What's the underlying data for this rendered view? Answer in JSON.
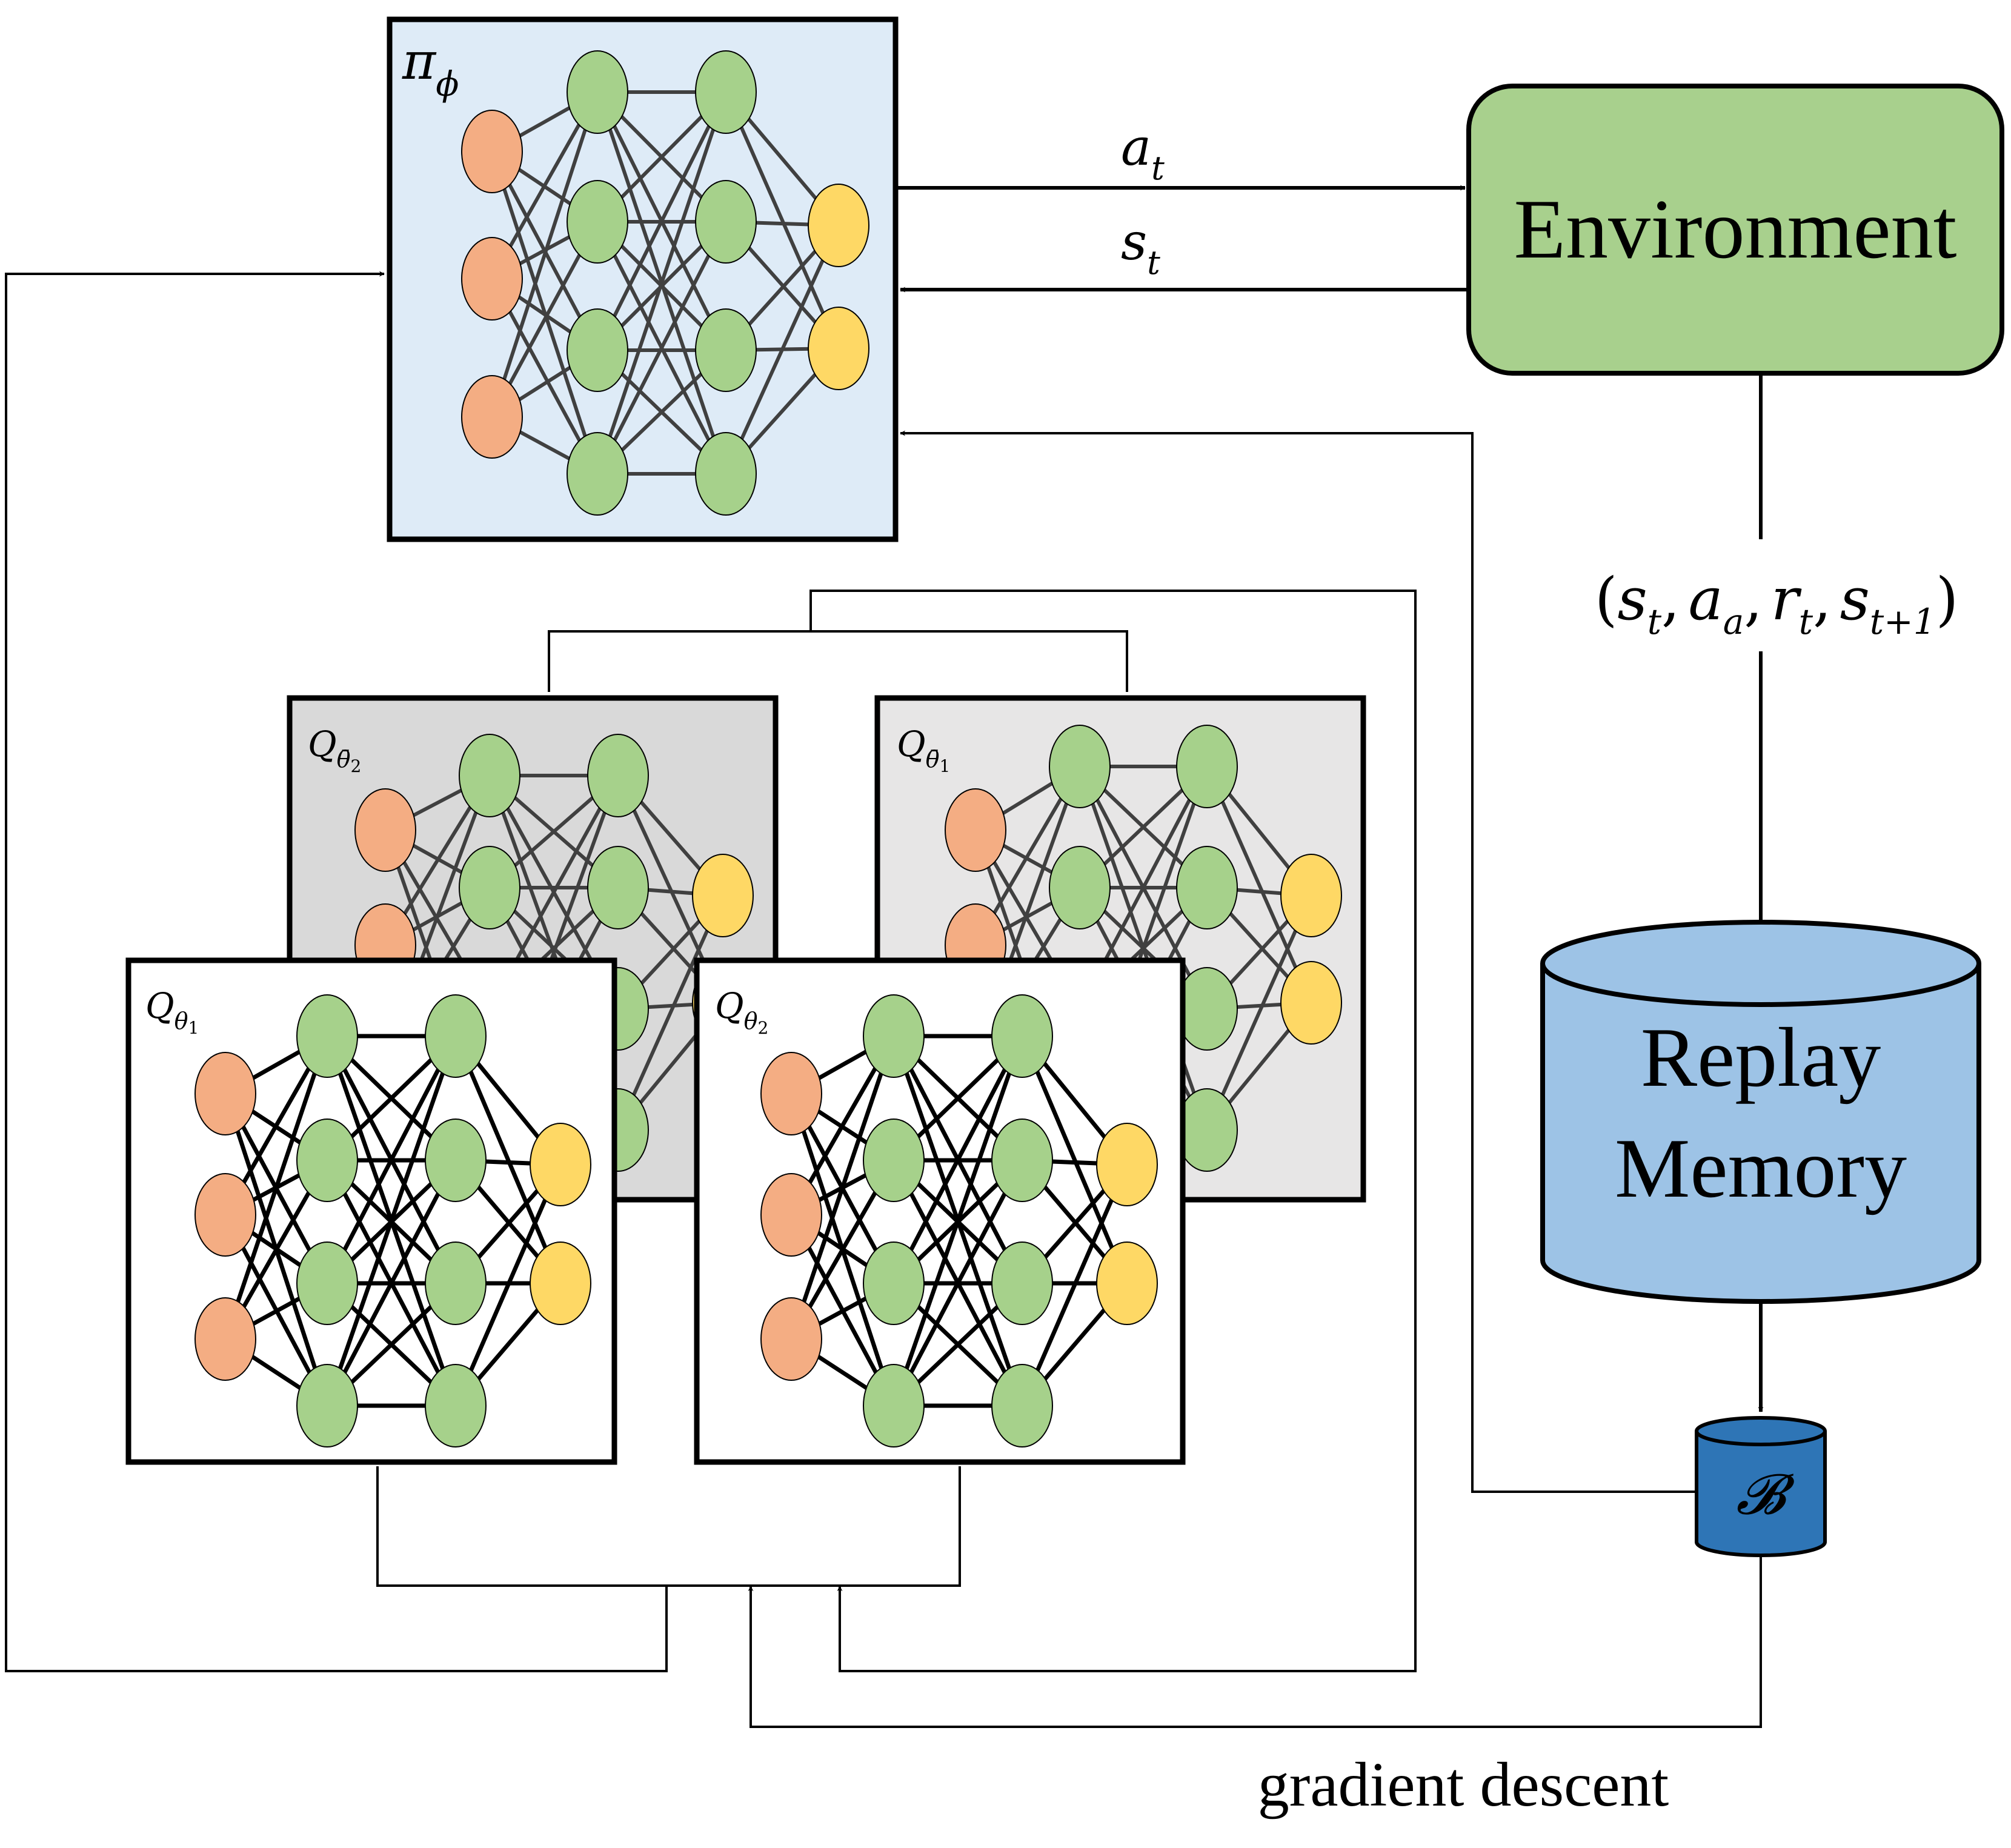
{
  "labels": {
    "environment": "Environment",
    "replay_line1": "Replay",
    "replay_line2": "Memory",
    "batch": "𝓑",
    "gradient": "gradient descent",
    "action": "a",
    "action_sub": "t",
    "state": "s",
    "state_sub": "t"
  },
  "transition": {
    "open": "(",
    "s": "s",
    "s_sub": "t",
    "a": "a",
    "a_sub": "a",
    "r": "r",
    "r_sub": "t",
    "s2": "s",
    "s2_sub": "t+1",
    "close": ")",
    "comma": ","
  },
  "networks": {
    "policy": {
      "symbol": "π",
      "sub": "ϕ"
    },
    "target2": {
      "symbol": "Q",
      "sub": "θ̄",
      "subsub": "2"
    },
    "target1": {
      "symbol": "Q",
      "sub": "θ̄",
      "subsub": "1"
    },
    "critic1": {
      "symbol": "Q",
      "sub": "θ",
      "subsub": "1"
    },
    "critic2": {
      "symbol": "Q",
      "sub": "θ",
      "subsub": "2"
    }
  },
  "colors": {
    "input_node": "#f4ad83",
    "hidden_node": "#a6d18b",
    "output_node": "#fed865",
    "environment_fill": "#a8d08d",
    "replay_fill": "#9dc3e6",
    "batch_fill": "#2e75b6",
    "policy_bg": "#deebf7",
    "target2_bg": "#d9d9d9",
    "target1_bg": "#e7e6e6",
    "critic_bg": "#ffffff",
    "edge_gray": "#404040",
    "edge_black": "#000000"
  }
}
